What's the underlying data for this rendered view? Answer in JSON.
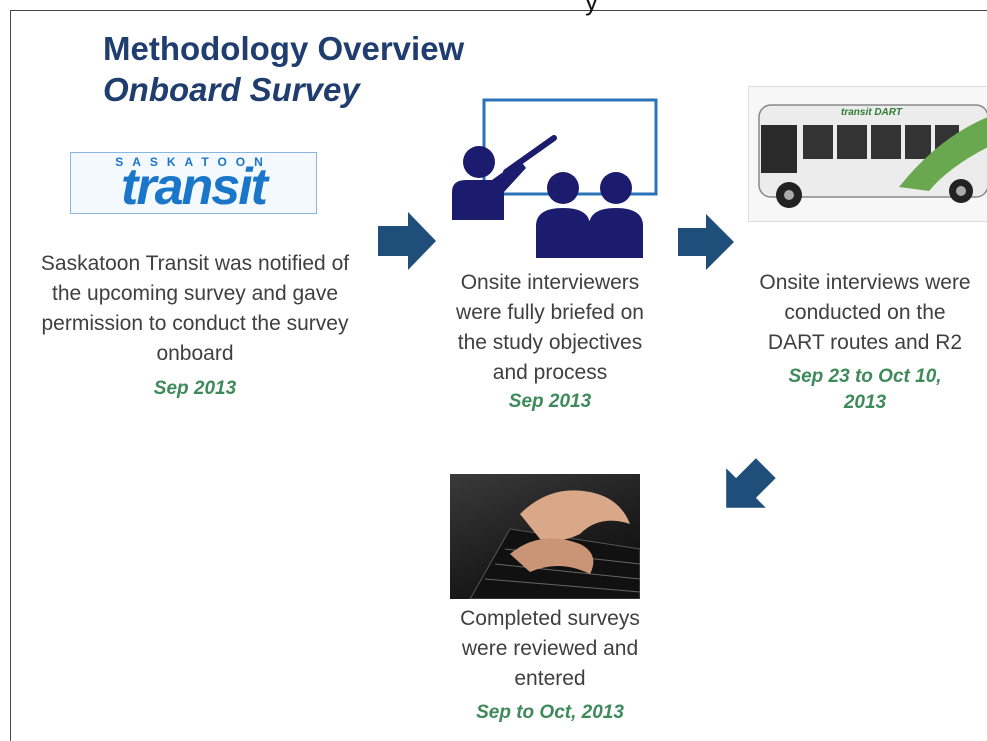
{
  "header": {
    "top_fragment": "y",
    "title": "Methodology Overview",
    "subtitle": "Onboard Survey"
  },
  "logo": {
    "top_text": "SASKATOON",
    "main_text": "transit"
  },
  "steps": [
    {
      "lines": [
        "Saskatoon Transit was notified of",
        "the upcoming survey and gave",
        "permission to conduct the survey",
        "onboard"
      ],
      "date": "Sep 2013"
    },
    {
      "lines": [
        "Onsite interviewers",
        "were fully briefed on",
        "the study objectives",
        "and process"
      ],
      "date": "Sep 2013"
    },
    {
      "lines": [
        "Onsite interviews were",
        "conducted on the",
        "DART routes and R2"
      ],
      "date_lines": [
        "Sep 23 to Oct 10,",
        "2013"
      ]
    },
    {
      "lines": [
        "Completed surveys",
        "were reviewed and",
        "entered"
      ],
      "date": "Sep to Oct, 2013"
    }
  ],
  "bus_sign": "transit DART",
  "colors": {
    "title": "#1f3d6e",
    "arrow": "#1f4e7a",
    "date": "#3f8a5a",
    "icon": "#1c1c6e",
    "board": "#2a73b8"
  }
}
